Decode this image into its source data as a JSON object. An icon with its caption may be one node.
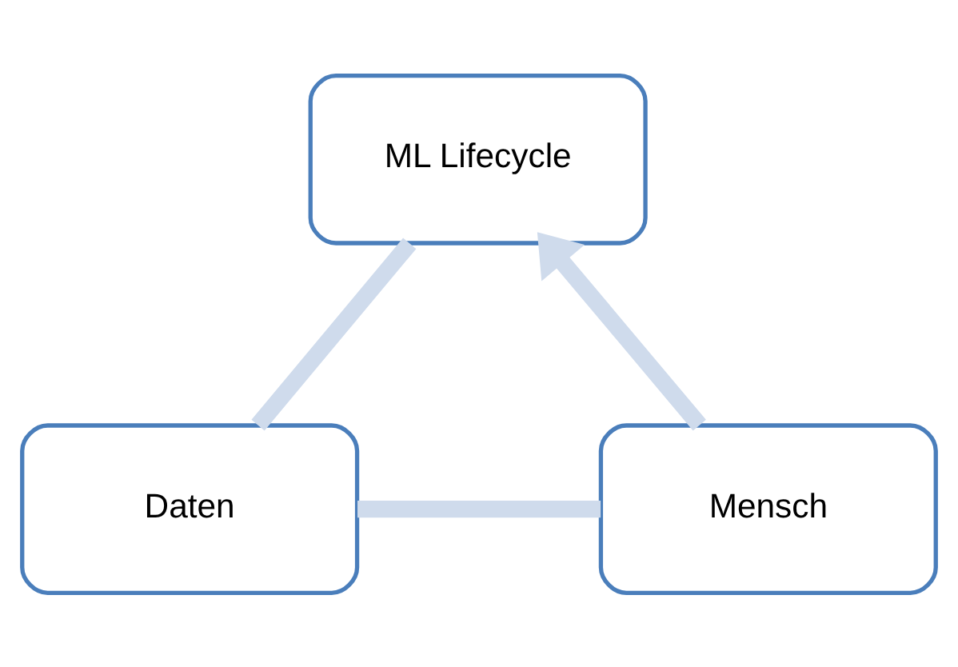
{
  "diagram": {
    "nodes": [
      {
        "text": [
          "ML Lifecycle"
        ]
      },
      {
        "text": [
          "Daten"
        ]
      },
      {
        "text": [
          "Mensch"
        ]
      }
    ],
    "edges": [
      {
        "from": 0,
        "to": 1,
        "arrow": "none"
      },
      {
        "from": 1,
        "to": 2,
        "arrow": "none"
      },
      {
        "from": 2,
        "to": 0,
        "arrow": "to"
      }
    ]
  }
}
